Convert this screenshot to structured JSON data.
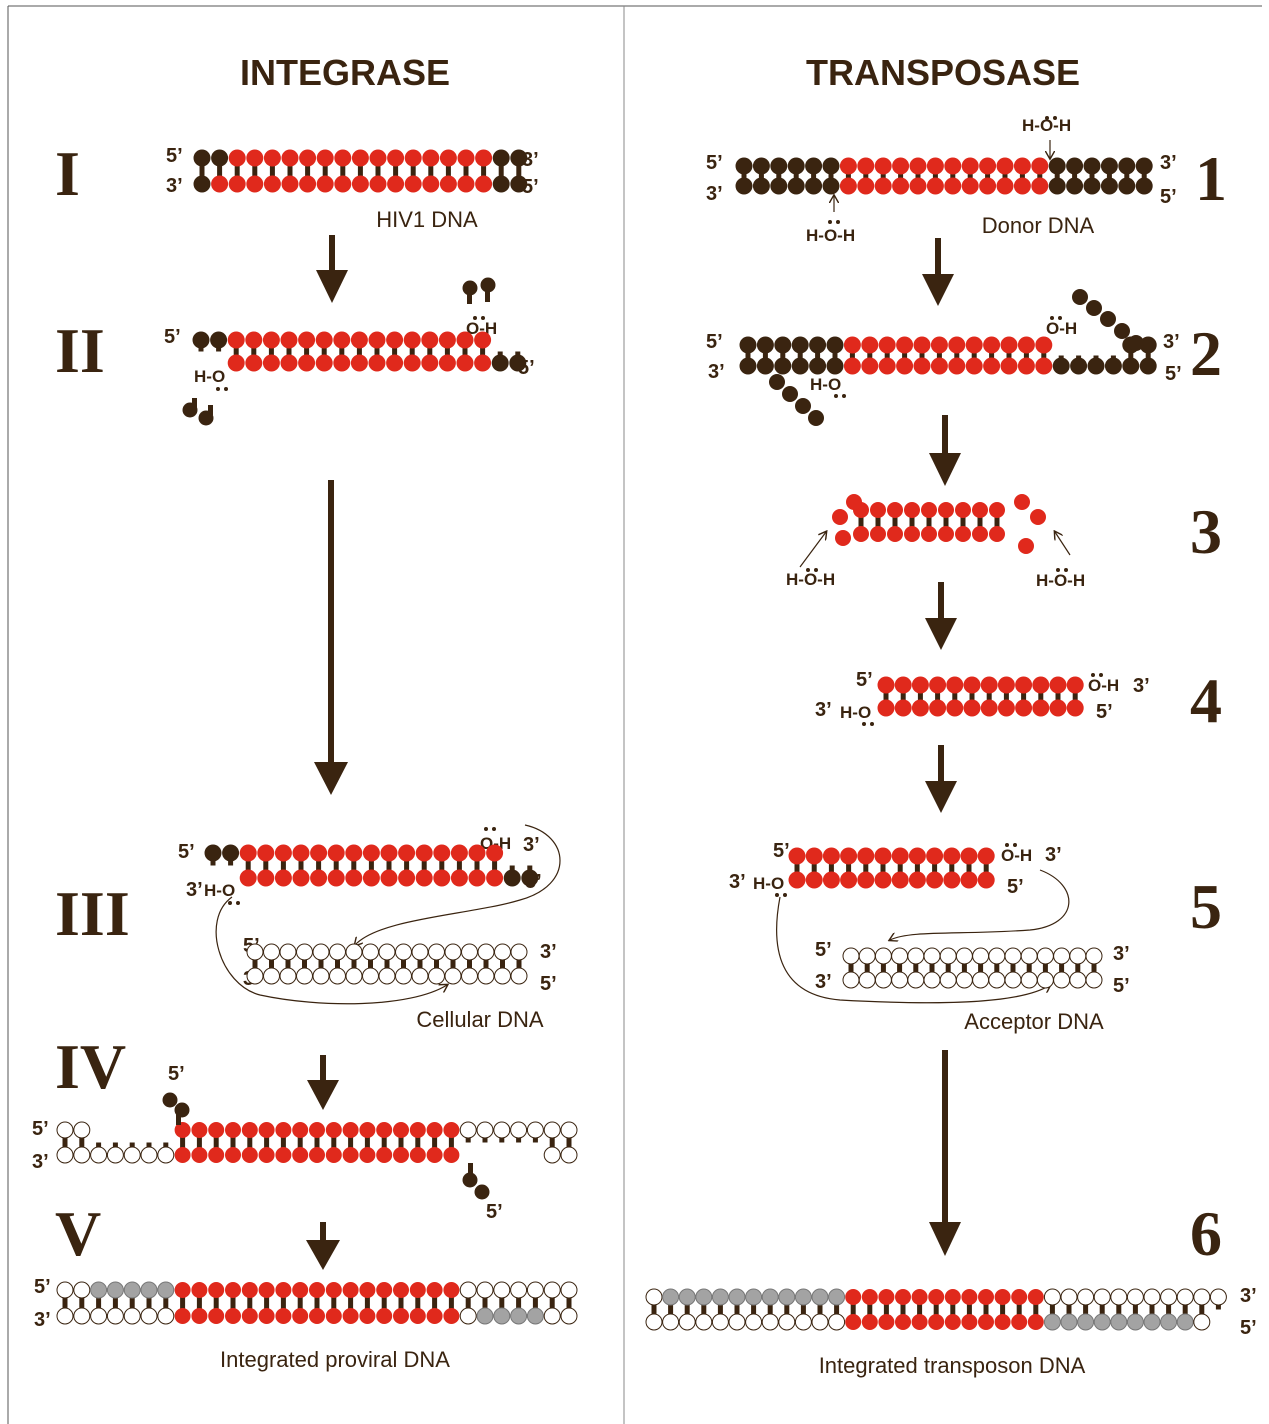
{
  "colors": {
    "dark": "#3a2410",
    "red": "#e0291c",
    "gray": "#a3a3a3",
    "white": "#ffffff",
    "text": "#3a2410"
  },
  "left": {
    "title": "INTEGRASE",
    "steps": [
      "I",
      "II",
      "III",
      "IV",
      "V"
    ]
  },
  "right": {
    "title": "TRANSPOSASE",
    "steps": [
      "1",
      "2",
      "3",
      "4",
      "5",
      "6"
    ]
  },
  "captions": {
    "hiv": "HIV1 DNA",
    "cellular": "Cellular  DNA",
    "proviral": "Integrated proviral DNA",
    "donor": "Donor DNA",
    "acceptor": "Acceptor  DNA",
    "transposon": "Integrated transposon DNA"
  },
  "ends": {
    "five": "5’",
    "three": "3’"
  },
  "chem": {
    "water": "H-O-H",
    "oh": "O-H",
    "ho": "H-O"
  }
}
